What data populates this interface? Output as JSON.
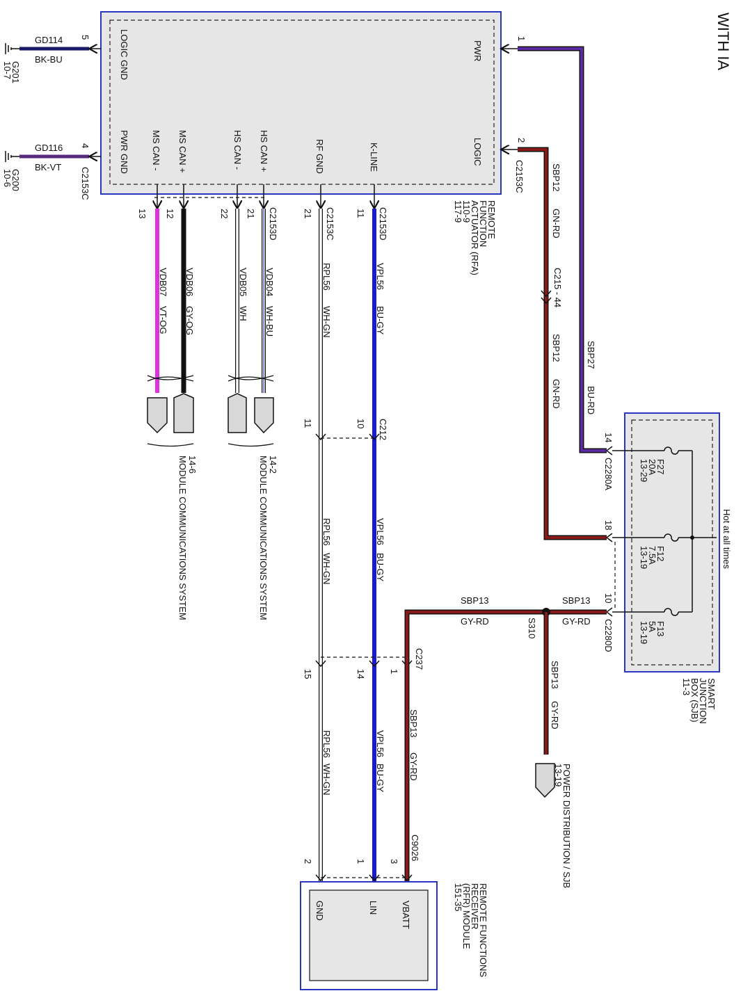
{
  "page_title": "WITH IA",
  "colors": {
    "box_border": "#2a36c0",
    "box_fill": "#e6e6e6",
    "blue_wire": "#1a1ad0",
    "purple_wire": "#5a2aa0",
    "magenta_wire": "#e030e0",
    "red_wire": "#8a1a1a",
    "black_wire": "#111111"
  },
  "rfa": {
    "title_lines": [
      "REMOTE",
      "FUNCTION",
      "ACTUATOR (RFA)",
      "110-9",
      "117-9"
    ],
    "pins": {
      "logic_gnd": "LOGIC GND",
      "pwr_gnd": "PWR GND",
      "ms_can_minus": "MS CAN -",
      "ms_can_plus": "MS CAN +",
      "hs_can_minus": "HS CAN -",
      "hs_can_plus": "HS CAN +",
      "rf_gnd": "RF GND",
      "k_line": "K-LINE",
      "pwr": "PWR",
      "logic": "LOGIC"
    },
    "connector_c2153c": "C2153C",
    "connector_c2153d": "C2153D"
  },
  "grounds": [
    {
      "circuit": "GD114",
      "color": "BK-BU",
      "pin": "5",
      "ground": "G201",
      "page": "10-7"
    },
    {
      "circuit": "GD116",
      "color": "BK-VT",
      "pin": "4",
      "ground": "G200",
      "page": "10-6",
      "connector": "C2153C"
    }
  ],
  "can_wires": [
    {
      "pin": "13",
      "circuit": "VDB07",
      "color": "VT-OG"
    },
    {
      "pin": "12",
      "circuit": "VDB06",
      "color": "GY-OG"
    },
    {
      "pin": "22",
      "circuit": "VDB05",
      "color": "WH"
    },
    {
      "pin": "21",
      "circuit": "VDB04",
      "color": "WH-BU"
    }
  ],
  "mcs": [
    {
      "label": "MODULE COMMUNICATIONS SYSTEM",
      "page": "14-6"
    },
    {
      "label": "MODULE COMMUNICATIONS SYSTEM",
      "page": "14-2"
    }
  ],
  "rf_gnd_wire": {
    "pin": "21",
    "connector": "C2153C",
    "circuit": "RPL56",
    "color": "WH-GN"
  },
  "kline_wire": {
    "pin": "11",
    "connector": "C2153D",
    "circuit": "VPL56",
    "color": "BU-GY"
  },
  "c212": {
    "name": "C212",
    "pin_a": "11",
    "pin_b": "10"
  },
  "mid_rpl": {
    "circuit": "RPL56",
    "color": "WH-GN"
  },
  "mid_vpl": {
    "circuit": "VPL56",
    "color": "BU-GY"
  },
  "c237": {
    "name": "C237",
    "pin_a": "15",
    "pin_b": "14",
    "pin_c": "1"
  },
  "bottom_rpl": {
    "circuit": "RPL56",
    "color": "WH-GN"
  },
  "bottom_vpl": {
    "circuit": "VPL56",
    "color": "BU-GY"
  },
  "sbp13_down": {
    "circuit": "SBP13",
    "color": "GY-RD"
  },
  "c9026": {
    "name": "C9026",
    "pin_a": "2",
    "pin_b": "1",
    "pin_c": "3"
  },
  "rfr": {
    "title_lines": [
      "REMOTE FUNCTIONS",
      "RECEIVER",
      "(RFR) MODULE",
      "151-35"
    ],
    "pins": {
      "gnd": "GND",
      "lin": "LIN",
      "vbatt": "VBATT"
    }
  },
  "pwr_wire": {
    "pin": "1",
    "circuit": "SBP27",
    "color": "BU-RD"
  },
  "logic_wire": {
    "pin": "2",
    "connector": "C2153C",
    "circuit": "SBP12",
    "color": "GN-RD"
  },
  "c215": "C215 - 44",
  "logic_wire_b": {
    "circuit": "SBP12",
    "color": "GN-RD"
  },
  "sjb": {
    "title_lines": [
      "SMART",
      "JUNCTION",
      "BOX (SJB)",
      "11-3"
    ],
    "hot": "Hot at all times",
    "fuses": [
      {
        "name": "F27",
        "amps": "20A",
        "page": "13-29",
        "pin": "14",
        "connector": "C2280A"
      },
      {
        "name": "F12",
        "amps": "7.5A",
        "page": "13-19",
        "pin": "18",
        "connector": ""
      },
      {
        "name": "F13",
        "amps": "5A",
        "page": "13-19",
        "pin": "10",
        "connector": "C2280D"
      }
    ]
  },
  "sbp13_right": {
    "circuit": "SBP13",
    "color": "GY-RD"
  },
  "sbp13_left": {
    "circuit": "SBP13",
    "color": "GY-RD"
  },
  "splice": "S310",
  "sbp13_pd": {
    "circuit": "SBP13",
    "color": "GY-RD"
  },
  "power_dist": {
    "label": "POWER DISTRIBUTION / SJB",
    "page": "13-19"
  }
}
